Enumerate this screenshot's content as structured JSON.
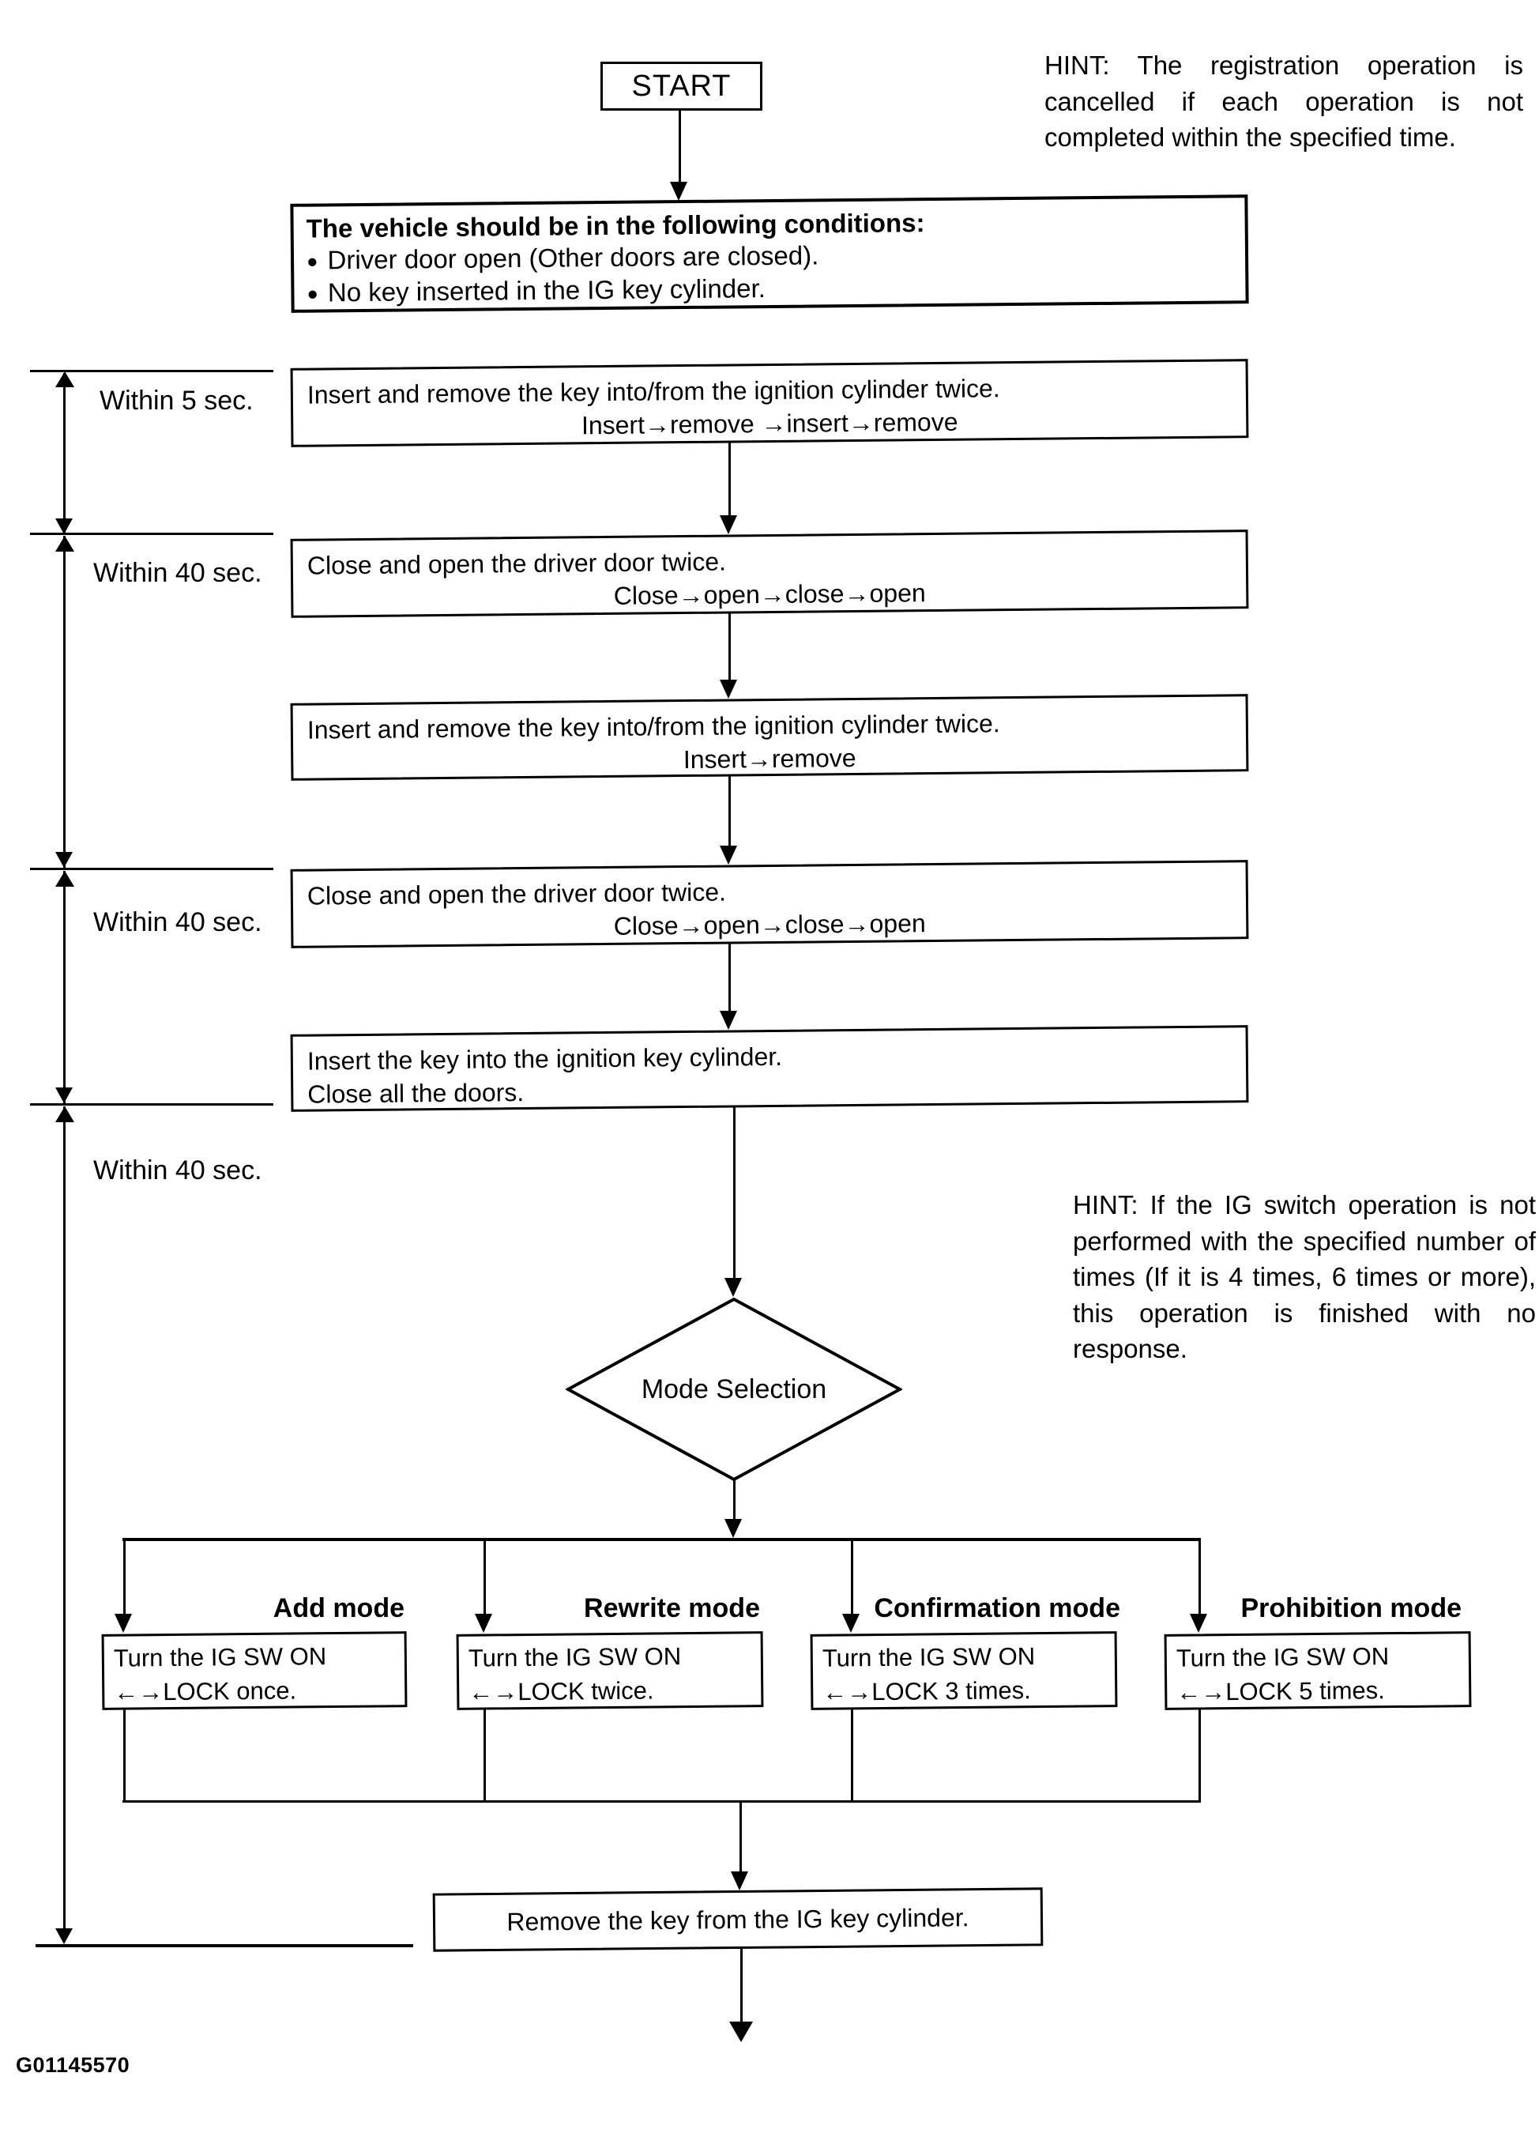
{
  "figure_code": "G01145570",
  "colors": {
    "ink": "#000000",
    "paper": "#ffffff"
  },
  "start": {
    "label": "START"
  },
  "hints": {
    "top": "HINT: The registration operation is cancelled if each operation is not completed within the specified time.",
    "mode": "HINT: If the IG switch operation is not performed with the specified number of times (If it is 4 times, 6 times or more), this operation is finished with no response."
  },
  "conditions": {
    "title": "The vehicle should be in the following conditions:",
    "items": [
      "Driver door open (Other doors are closed).",
      "No key inserted in the IG key cylinder."
    ]
  },
  "timers": {
    "t1": "Within 5 sec.",
    "t2": "Within 40 sec.",
    "t3": "Within 40 sec.",
    "t4": "Within 40 sec."
  },
  "steps": {
    "key_cycle_twice": {
      "line1": "Insert and remove the key into/from the ignition cylinder twice.",
      "line2": "Insert→remove →insert→remove"
    },
    "door_cycle_1": {
      "line1": "Close and open the driver door twice.",
      "line2": "Close→open→close→open"
    },
    "key_cycle_once": {
      "line1": "Insert and remove the key into/from the ignition cylinder twice.",
      "line2": "Insert→remove"
    },
    "door_cycle_2": {
      "line1": "Close and open the driver door twice.",
      "line2": "Close→open→close→open"
    },
    "insert_key_close_doors": {
      "line1": "Insert the key into the ignition key cylinder.",
      "line2": "Close all the doors."
    },
    "remove_key": {
      "line1": "Remove the key from the IG key cylinder."
    }
  },
  "decision": {
    "label": "Mode Selection"
  },
  "modes": [
    {
      "title": "Add mode",
      "line1": "Turn the IG SW ON",
      "line2": "←→LOCK once."
    },
    {
      "title": "Rewrite mode",
      "line1": "Turn the IG SW ON",
      "line2": "←→LOCK twice."
    },
    {
      "title": "Confirmation mode",
      "line1": "Turn the IG SW ON",
      "line2": "←→LOCK 3 times."
    },
    {
      "title": "Prohibition mode",
      "line1": "Turn the IG SW ON",
      "line2": "←→LOCK 5 times."
    }
  ]
}
